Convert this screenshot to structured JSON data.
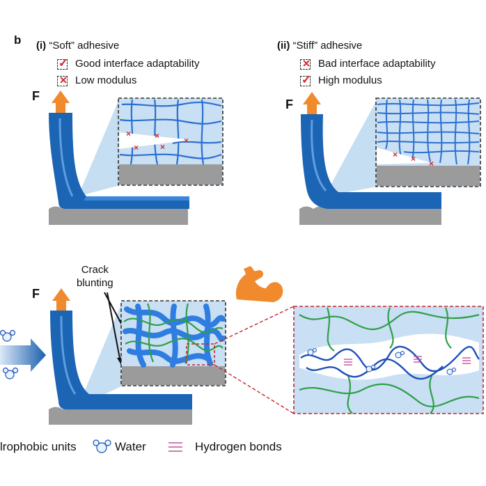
{
  "panel_label": "b",
  "panel_i": {
    "heading_num": "(i)",
    "heading_text": "“Soft” adhesive",
    "items": [
      {
        "text": "Good interface adaptability",
        "status": "check"
      },
      {
        "text": "Low modulus",
        "status": "cross"
      }
    ],
    "force_label": "F"
  },
  "panel_ii": {
    "heading_num": "(ii)",
    "heading_text": "“Stiff” adhesive",
    "items": [
      {
        "text": "Bad interface adaptability",
        "status": "cross"
      },
      {
        "text": "High modulus",
        "status": "check"
      }
    ],
    "force_label": "F"
  },
  "panel_iii": {
    "force_label": "F",
    "crack_label": "Crack\nblunting"
  },
  "legend": {
    "hydrophobic_label": "lrophobic units",
    "water_label": "Water",
    "hbond_label": "Hydrogen bonds"
  },
  "colors": {
    "adhesive_blue": "#1c64b4",
    "light_blue": "#bdd7ee",
    "network_blue": "#2a6fd1",
    "green_chain": "#2e9e4a",
    "substrate_gray": "#9b9b9b",
    "arrow_orange": "#f08a2c",
    "cross_red": "#d6262b",
    "hbond_pink": "#c0509c",
    "inset_dash_red": "#c1272d"
  },
  "icons": {
    "check_icon": "check-mark",
    "cross_icon": "cross-mark",
    "muscle_icon": "flexed-biceps",
    "water_icon": "water-molecule"
  }
}
